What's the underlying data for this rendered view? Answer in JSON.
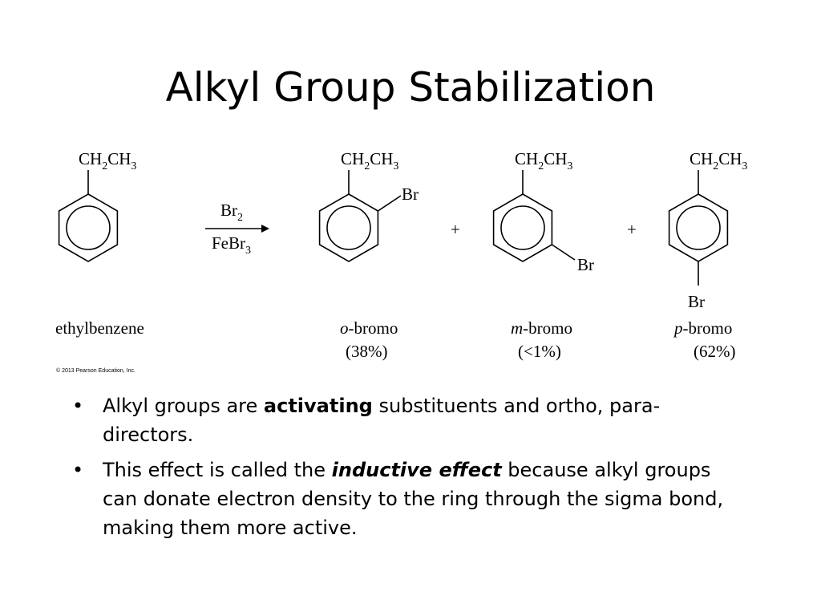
{
  "slide": {
    "title": "Alkyl Group Stabilization",
    "copyright": "© 2013 Pearson Education, Inc."
  },
  "scheme": {
    "group_main": "CH",
    "sub_2": "2",
    "group_end": "CH",
    "sub_3": "3",
    "substituent": "Br",
    "reagent_top": "Br",
    "reagent_top_sub": "2",
    "reagent_bottom": "FeBr",
    "reagent_bottom_sub": "3",
    "plus": "+",
    "reactant_name": "ethylbenzene",
    "ortho": {
      "prefix": "o",
      "suffix": "-bromo",
      "yield": "(38%)"
    },
    "meta": {
      "prefix": "m",
      "suffix": "-bromo",
      "yield": "(<1%)"
    },
    "para": {
      "prefix": "p",
      "suffix": "-bromo",
      "yield": "(62%)"
    }
  },
  "bullets": [
    {
      "before": "Alkyl groups are ",
      "emphasis": "activating",
      "after": " substituents and ortho, para-directors."
    },
    {
      "before": "This effect is called the ",
      "emphasis": "inductive effect",
      "after": " because alkyl groups can donate electron density to the ring through the sigma bond, making them more active."
    }
  ],
  "bullet_symbol": "•"
}
